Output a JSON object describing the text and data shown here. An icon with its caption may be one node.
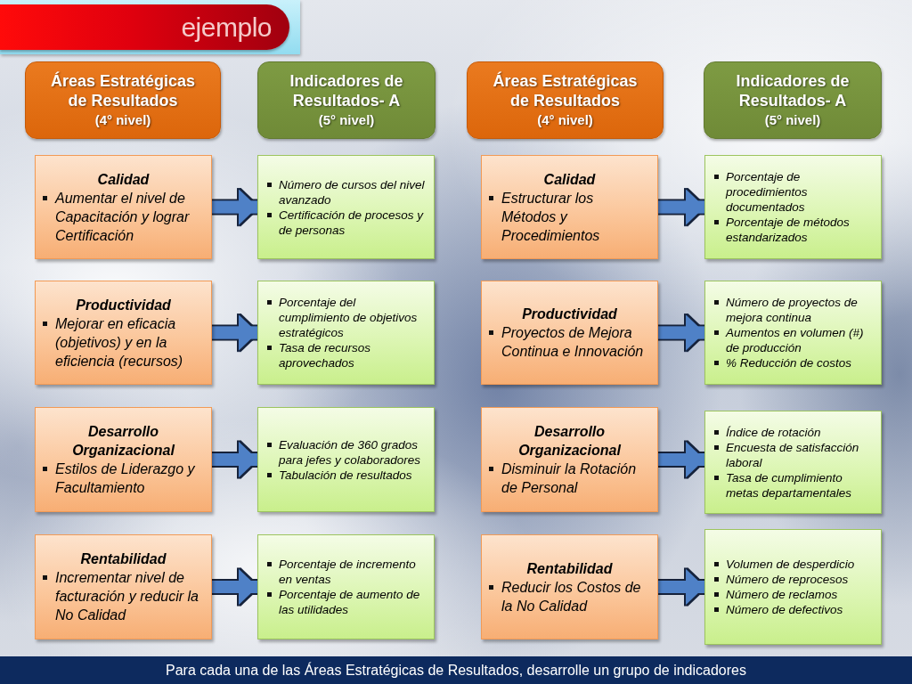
{
  "diagram": {
    "title": "ejemplo",
    "caption": "Para cada una de las Áreas Estratégicas de Resultados, desarrolle un grupo de indicadores",
    "nodes": [
      {
        "text": [
          "Áreas Estratégicas de Resultados",
          "(4° nivel)"
        ]
      },
      {
        "text": [
          "Indicadores de Resultados- A",
          "(5° nivel)"
        ]
      },
      {
        "text": [
          "Áreas Estratégicas de Resultados",
          "(4° nivel)"
        ]
      },
      {
        "text": [
          "Indicadores de Resultados- A",
          "(5° nivel)"
        ]
      },
      {
        "text": [
          "Calidad",
          "Aumentar el nivel de Capacitación y lograr Certificación"
        ]
      },
      {
        "text": [
          "Número de cursos del nivel avanzado",
          "Certificación de procesos y de personas"
        ]
      },
      {
        "text": [
          "Calidad",
          "Estructurar los Métodos y Procedimientos"
        ]
      },
      {
        "text": [
          "Porcentaje de procedimientos documentados",
          "Porcentaje de métodos estandarizados"
        ]
      },
      {
        "text": [
          "Productividad",
          "Mejorar en eficacia (objetivos) y en la eficiencia (recursos)"
        ]
      },
      {
        "text": [
          "Porcentaje del cumplimiento de objetivos estratégicos",
          "Tasa de recursos aprovechados"
        ]
      },
      {
        "text": [
          "Productividad",
          "Proyectos de Mejora Continua e Innovación"
        ]
      },
      {
        "text": [
          "Número de proyectos de mejora continua",
          "Aumentos en volumen (#) de producción",
          "% Reducción de costos"
        ]
      },
      {
        "text": [
          "Desarrollo Organizacional",
          "Estilos de Liderazgo y Facultamiento"
        ]
      },
      {
        "text": [
          "Evaluación de 360 grados para jefes y colaboradores",
          "Tabulación de resultados"
        ]
      },
      {
        "text": [
          "Desarrollo Organizacional",
          "Disminuir la Rotación de Personal"
        ]
      },
      {
        "text": [
          "Índice de rotación",
          "Encuesta de satisfacción laboral",
          "Tasa de cumplimiento metas departamentales"
        ]
      },
      {
        "text": [
          "Rentabilidad",
          "Incrementar nivel de facturación y reducir la No Calidad"
        ]
      },
      {
        "text": [
          "Porcentaje de incremento en ventas",
          "Porcentaje de aumento de las utilidades"
        ]
      },
      {
        "text": [
          "Rentabilidad",
          "Reducir los Costos de la No Calidad"
        ]
      },
      {
        "text": [
          "Volumen de desperdicio",
          "Número de reprocesos",
          "Número de reclamos",
          "Número de defectivos"
        ]
      }
    ],
    "edges": [
      {
        "from": 4,
        "to": 5,
        "arrow": "to"
      },
      {
        "from": 6,
        "to": 7,
        "arrow": "to"
      },
      {
        "from": 8,
        "to": 9,
        "arrow": "to"
      },
      {
        "from": 10,
        "to": 11,
        "arrow": "to"
      },
      {
        "from": 12,
        "to": 13,
        "arrow": "to"
      },
      {
        "from": 14,
        "to": 15,
        "arrow": "to"
      },
      {
        "from": 16,
        "to": 17,
        "arrow": "to"
      },
      {
        "from": 18,
        "to": 19,
        "arrow": "to"
      }
    ]
  }
}
